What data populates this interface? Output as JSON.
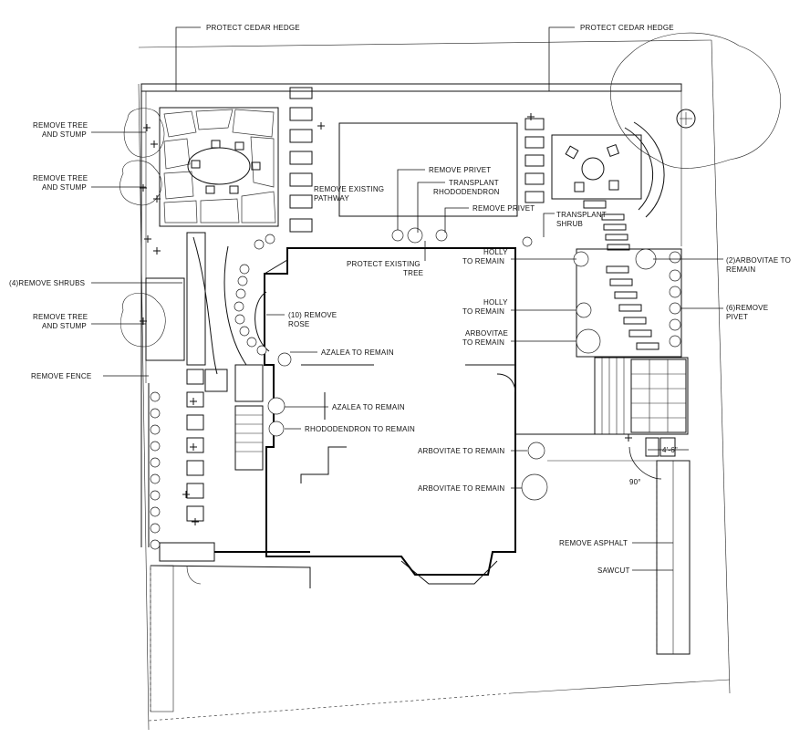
{
  "plan": {
    "hedge_left": "PROTECT CEDAR HEDGE",
    "hedge_right": "PROTECT CEDAR HEDGE",
    "remove_tree_1": [
      "REMOVE TREE",
      "AND STUMP"
    ],
    "remove_tree_2": [
      "REMOVE TREE",
      "AND STUMP"
    ],
    "remove_shrubs": "(4)REMOVE SHRUBS",
    "remove_tree_3": [
      "REMOVE TREE",
      "AND STUMP"
    ],
    "remove_fence": "REMOVE FENCE",
    "remove_pathway": [
      "REMOVE EXISTING",
      "PATHWAY"
    ],
    "remove_privet_top": "REMOVE PRIVET",
    "transplant_rhodo": [
      "TRANSPLANT",
      "RHODODENDRON"
    ],
    "remove_privet_mid": "REMOVE PRIVET",
    "transplant_shrub": [
      "TRANSPLANT",
      "SHRUB"
    ],
    "protect_tree": [
      "PROTECT EXISTING",
      "TREE"
    ],
    "holly_1": [
      "HOLLY",
      "TO REMAIN"
    ],
    "arborvitae_2": [
      "(2)ARBOVITAE TO",
      "REMAIN"
    ],
    "remove_rose": [
      "(10) REMOVE",
      "ROSE"
    ],
    "holly_2": [
      "HOLLY",
      "TO REMAIN"
    ],
    "remove_privet_6": [
      "(6)REMOVE",
      "PIVET"
    ],
    "arbovitae_1": [
      "ARBOVITAE",
      "TO REMAIN"
    ],
    "azalea_1": "AZALEA TO REMAIN",
    "azalea_2": "AZALEA TO REMAIN",
    "rhodo_remain": "RHODODENDRON TO REMAIN",
    "arbovitae_2": "ARBOVITAE TO REMAIN",
    "arbovitae_3": "ARBOVITAE TO REMAIN",
    "dim": "4'-6\"",
    "angle": "90°",
    "remove_asphalt": "REMOVE ASPHALT",
    "sawcut": "SAWCUT"
  },
  "colors": {
    "ink": "#111111",
    "paper": "#ffffff"
  }
}
